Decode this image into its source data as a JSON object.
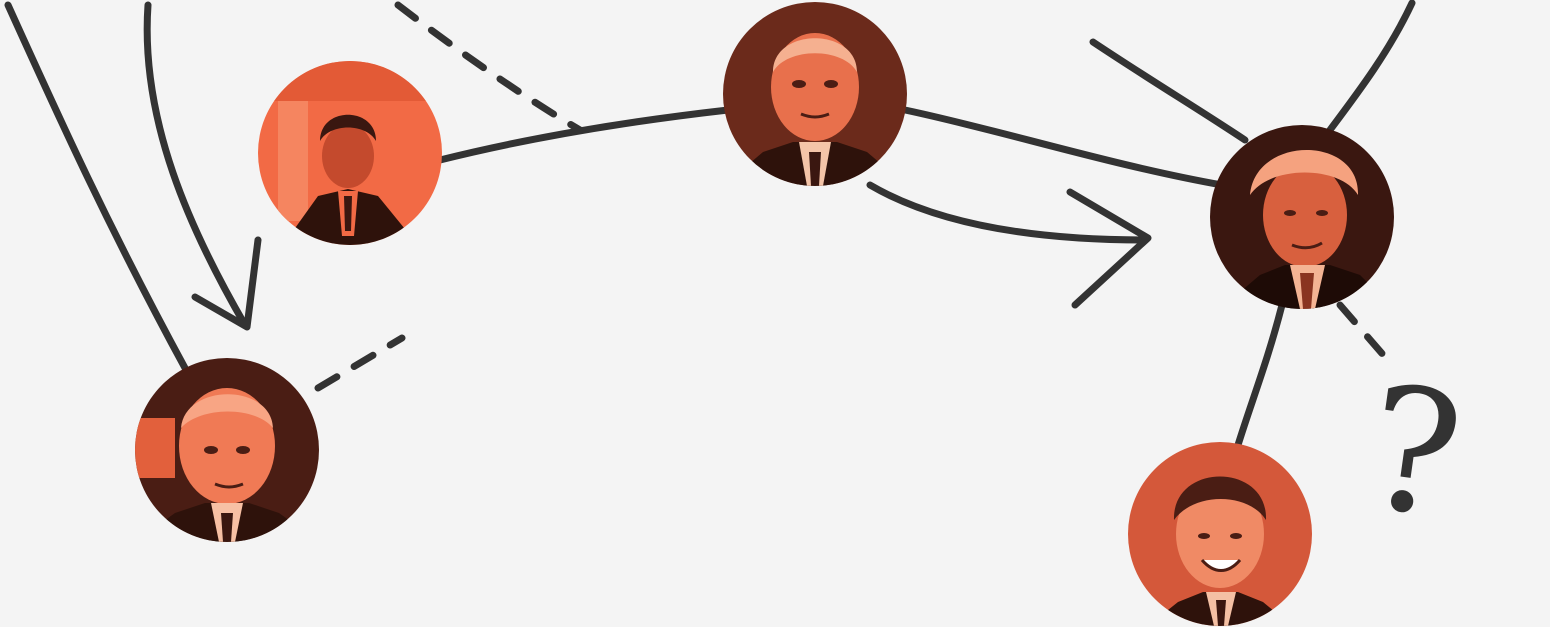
{
  "colors": {
    "background": "#f4f4f4",
    "ink": "#333333",
    "portrait_light": "#f26a45",
    "portrait_dark": "#4a1d14"
  },
  "portraits": [
    {
      "id": "man-gray-hair-left",
      "icon": "portrait-man-striped-tie"
    },
    {
      "id": "man-center-top",
      "icon": "portrait-man-center"
    },
    {
      "id": "man-right-blond",
      "icon": "portrait-man-blond"
    },
    {
      "id": "man-bottom-left",
      "icon": "portrait-man-bald"
    },
    {
      "id": "man-bottom-right",
      "icon": "portrait-young-man"
    }
  ],
  "annotation": {
    "symbol": "?"
  }
}
